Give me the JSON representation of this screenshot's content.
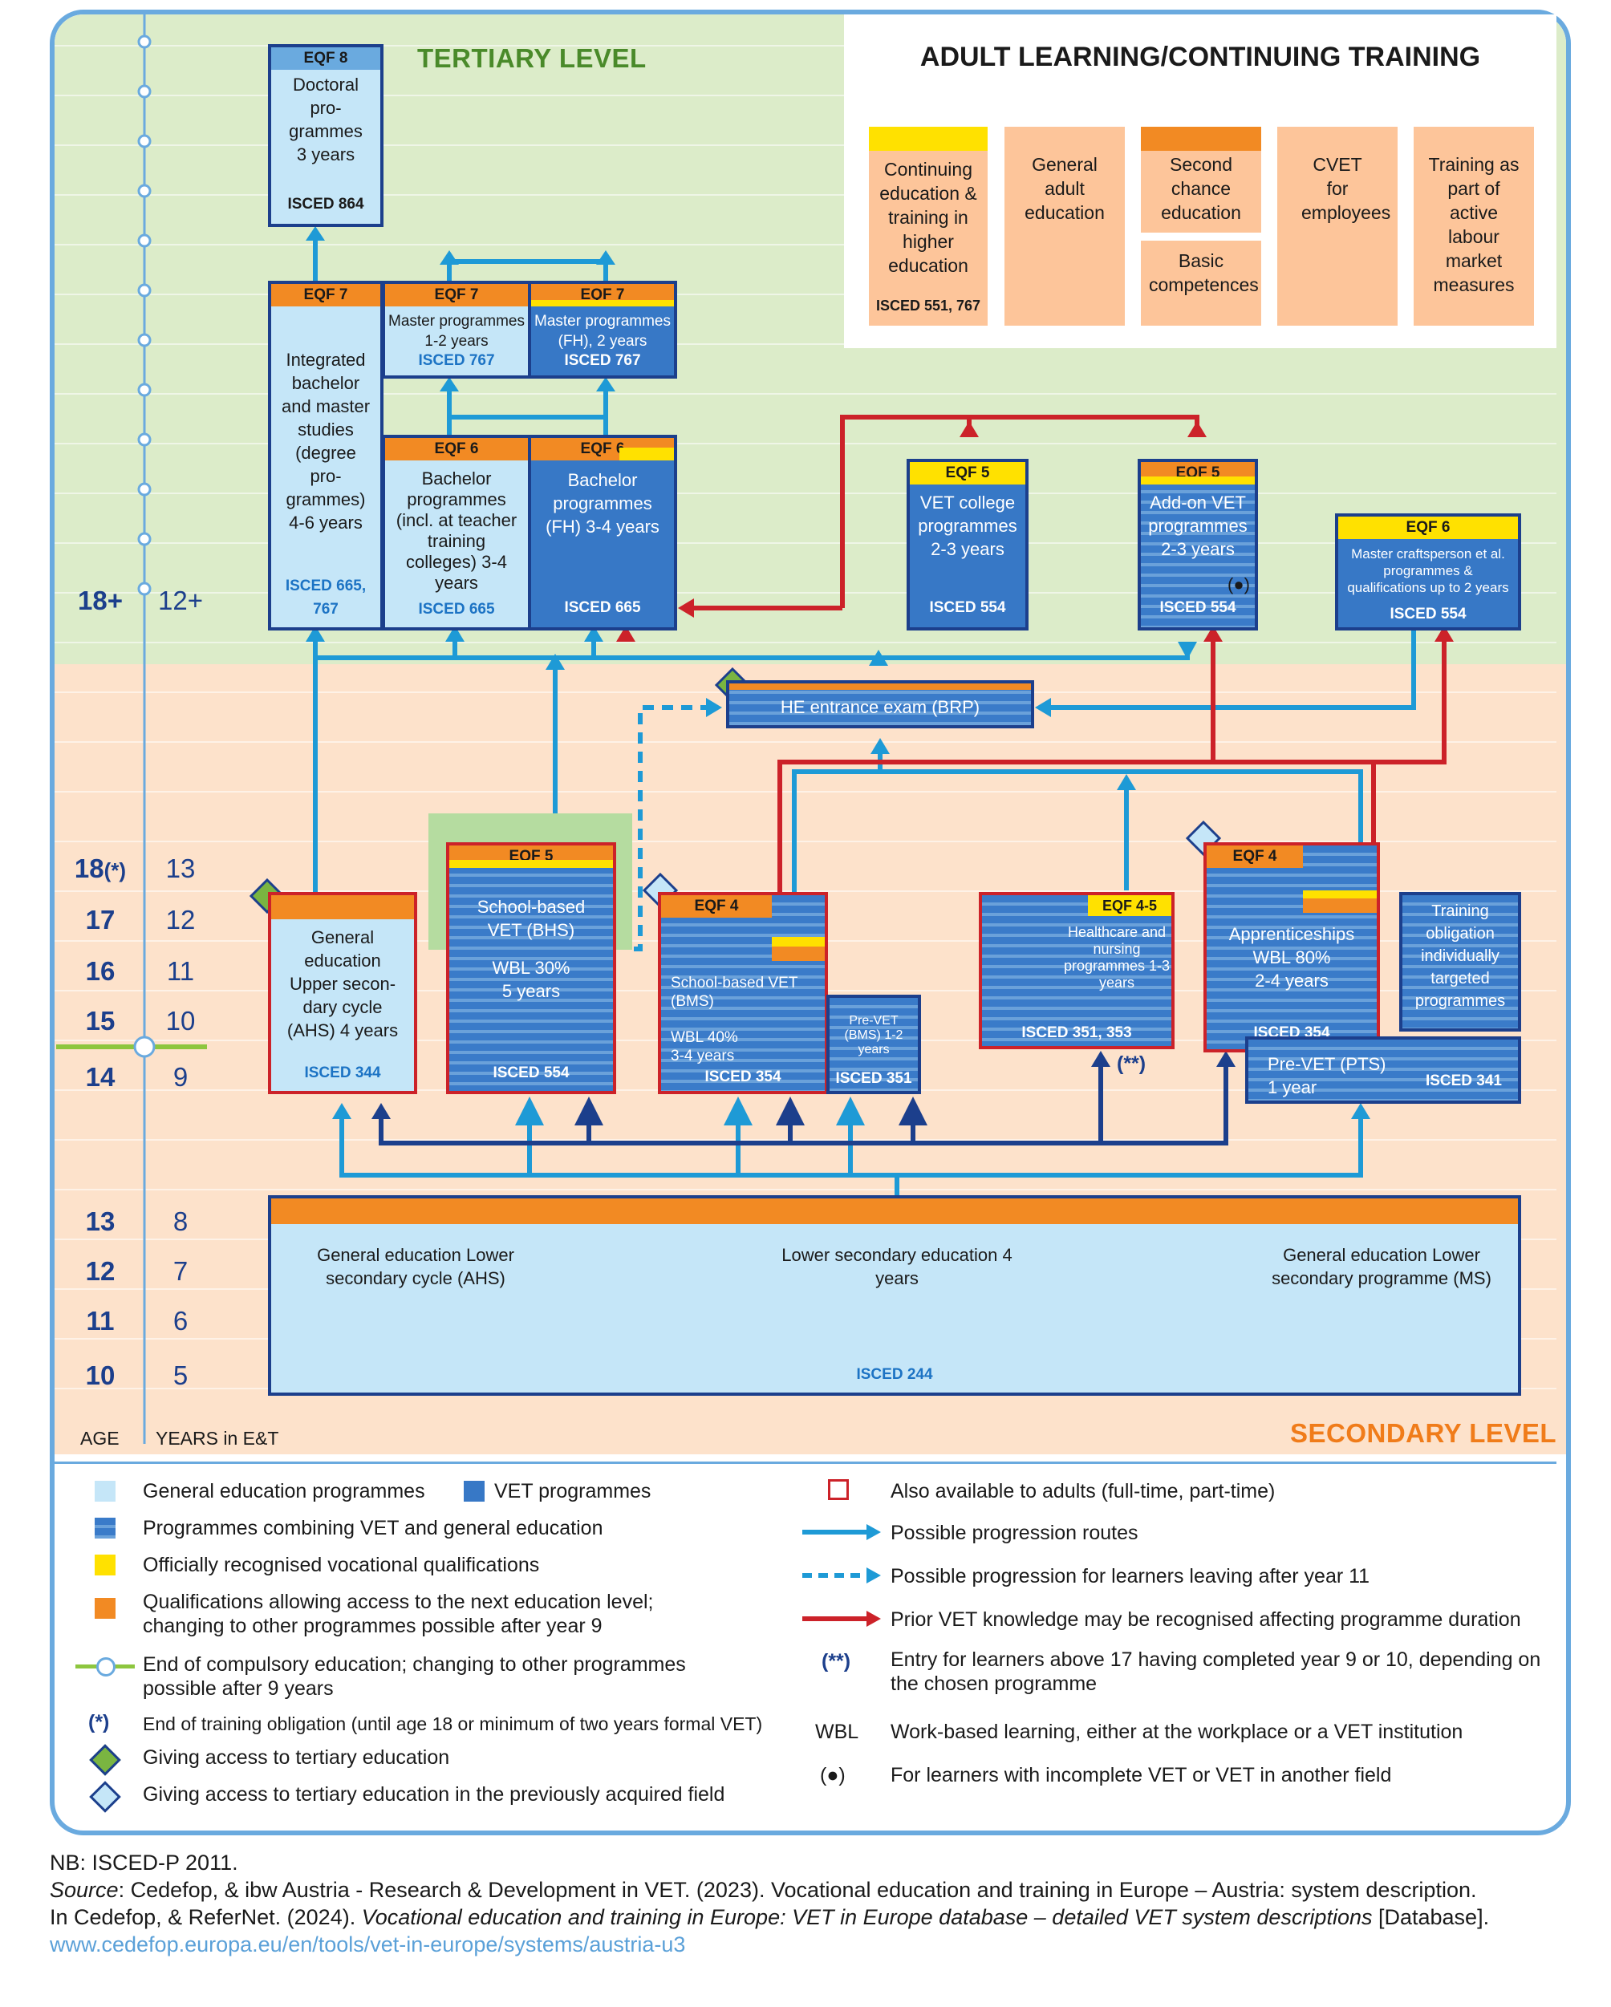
{
  "levels": {
    "tertiary": "TERTIARY LEVEL",
    "secondary": "SECONDARY LEVEL"
  },
  "adult": {
    "title": "ADULT LEARNING/CONTINUING TRAINING",
    "boxes": [
      {
        "label": "Continuing education & training in higher education",
        "isced": "ISCED 551, 767"
      },
      {
        "label": "General adult education"
      },
      {
        "label": "Second chance education"
      },
      {
        "label": "Basic competences"
      },
      {
        "label": "CVET for employees"
      },
      {
        "label": "Training as part of active labour market measures"
      }
    ]
  },
  "axis": {
    "age_label": "AGE",
    "years_label": "YEARS in E&T",
    "rows": [
      {
        "age": "18+",
        "years": "12+"
      },
      {
        "age": "18",
        "mark": "(*)",
        "years": "13"
      },
      {
        "age": "17",
        "years": "12"
      },
      {
        "age": "16",
        "years": "11"
      },
      {
        "age": "15",
        "years": "10"
      },
      {
        "age": "14",
        "years": "9"
      },
      {
        "age": "13",
        "years": "8"
      },
      {
        "age": "12",
        "years": "7"
      },
      {
        "age": "11",
        "years": "6"
      },
      {
        "age": "10",
        "years": "5"
      }
    ]
  },
  "programmes": {
    "doctoral": {
      "eqf": "EQF 8",
      "label": "Doctoral pro-grammes 3 years",
      "isced": "ISCED 864"
    },
    "integrated": {
      "eqf": "EQF 7",
      "label": "Integrated bachelor and master studies (degree pro-grammes) 4-6 years",
      "isced": "ISCED 665, 767"
    },
    "master": {
      "eqf": "EQF 7",
      "label": "Master programmes",
      "years": "1-2 years",
      "isced": "ISCED 767"
    },
    "master_fh": {
      "eqf": "EQF 7",
      "label": "Master programmes",
      "years": "(FH), 2 years",
      "isced": "ISCED 767"
    },
    "bachelor": {
      "eqf": "EQF 6",
      "label": "Bachelor programmes (incl. at teacher training colleges) 3-4 years",
      "isced": "ISCED 665"
    },
    "bachelor_fh": {
      "eqf": "EQF 6",
      "label": "Bachelor programmes (FH) 3-4 years",
      "isced": "ISCED 665"
    },
    "vet_college": {
      "eqf": "EQF 5",
      "label": "VET college programmes 2-3 years",
      "isced": "ISCED 554"
    },
    "addon_vet": {
      "eqf": "EQF 5",
      "label": "Add-on VET programmes 2-3 years",
      "mark": "(●)",
      "isced": "ISCED 554"
    },
    "master_craft": {
      "eqf": "EQF 6",
      "label": "Master craftsperson et al. programmes & qualifications up to 2 years",
      "isced": "ISCED 554"
    },
    "brp": {
      "label": "HE entrance exam (BRP)"
    },
    "ahs_upper": {
      "label": "General education Upper secon-dary cycle (AHS) 4 years",
      "isced": "ISCED 344"
    },
    "bhs": {
      "eqf": "EQF 5",
      "label": "School-based VET (BHS)",
      "wbl": "WBL 30%",
      "years": "5 years",
      "isced": "ISCED 554"
    },
    "bms": {
      "eqf": "EQF 4",
      "label": "School-based VET (BMS)",
      "wbl": "WBL 40%",
      "years": "3-4 years",
      "isced": "ISCED 354"
    },
    "prevet_bms": {
      "label": "Pre-VET (BMS) 1-2 years",
      "isced": "ISCED 351"
    },
    "health": {
      "eqf": "EQF 4-5",
      "label": "Healthcare and nursing programmes 1-3 years",
      "isced": "ISCED 351, 353",
      "mark": "(**)"
    },
    "apprent": {
      "eqf": "EQF 4",
      "label": "Apprenticeships",
      "wbl": "WBL 80%",
      "years": "2-4 years",
      "isced": "ISCED 354"
    },
    "training_obl": {
      "label": "Training obligation individually targeted programmes"
    },
    "pts": {
      "label": "Pre-VET (PTS)",
      "years": "1 year",
      "isced": "ISCED 341"
    },
    "lower_sec": {
      "left": "General education Lower secondary cycle (AHS)",
      "mid": "Lower secondary education 4 years",
      "right": "General education Lower secondary programme (MS)",
      "isced": "ISCED 244"
    }
  },
  "legend": {
    "left": [
      "General education programmes",
      "VET programmes",
      "Programmes combining VET and general education",
      "Officially recognised vocational qualifications",
      "Qualifications allowing access to the next education level; changing to other programmes possible after year 9",
      "End of compulsory education; changing to other programmes possible after 9 years",
      "End of training obligation (until age 18 or minimum of two years formal VET)",
      "Giving access to tertiary education",
      "Giving access to tertiary education in the previously acquired field"
    ],
    "right": [
      "Also available to adults (full-time, part-time)",
      "Possible progression routes",
      "Possible progression for learners leaving after year 11",
      "Prior VET knowledge may be recognised affecting programme duration",
      "Entry for learners above 17 having completed year 9 or 10, depending on the chosen programme",
      "Work-based learning, either at the workplace or a VET institution",
      "For learners with incomplete VET or VET in another field"
    ],
    "symbols": {
      "star": "(*)",
      "dstar": "(**)",
      "wbl": "WBL",
      "dot": "(●)"
    }
  },
  "notes": {
    "nb": "NB: ISCED-P 2011.",
    "source_lead": "Source",
    "source": ": Cedefop, & ibw Austria - Research & Development in VET. (2023). Vocational education and training in Europe – Austria: system description.",
    "source2_a": "In Cedefop, & ReferNet. (2024). ",
    "source2_b": "Vocational education and training in Europe: VET in Europe database – detailed VET system descriptions",
    "source2_c": " [Database].",
    "url": "www.cedefop.europa.eu/en/tools/vet-in-europe/systems/austria-u3"
  },
  "colors": {
    "blue_arrow": "#1e9ad6",
    "dark_arrow": "#1c3f8c",
    "red_arrow": "#cc2229",
    "frame": "#6aaadf",
    "tertiary_bg": "#dcecc9",
    "secondary_bg": "#fde2cb"
  }
}
